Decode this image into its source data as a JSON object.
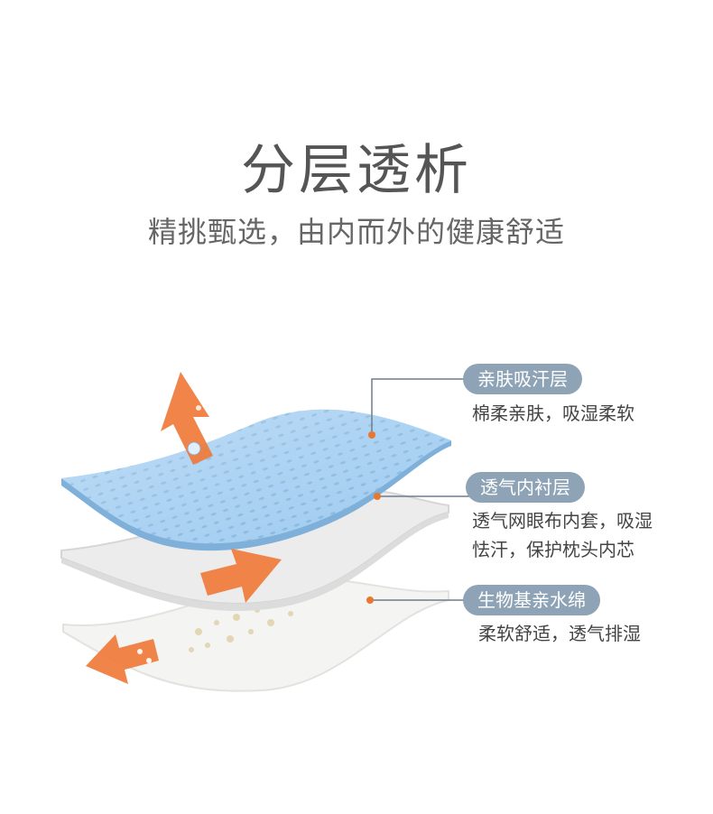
{
  "title": "分层透析",
  "subtitle": "精挑甄选，由内而外的健康舒适",
  "colors": {
    "pill": "#8ea3b6",
    "connector": "#6d7d8d",
    "dot": "#e8782f",
    "arrow": "#ef7a3a",
    "top_layer": "#9ccaf0",
    "mid_layer": "#ececec",
    "bottom_layer": "#f4f4f2"
  },
  "layers": [
    {
      "name": "亲肤吸汗层",
      "desc": "棉柔亲肤，吸湿柔软"
    },
    {
      "name": "透气内衬层",
      "desc_line1": "透气网眼布内套，吸湿",
      "desc_line2": "怯汗，保护枕头内芯"
    },
    {
      "name": "生物基亲水绵",
      "desc": "柔软舒适，透气排湿"
    }
  ]
}
